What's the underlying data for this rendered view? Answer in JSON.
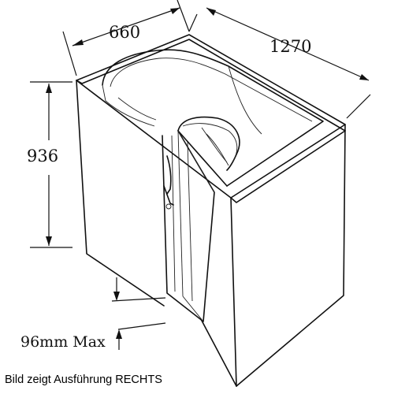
{
  "diagram": {
    "dimensions": {
      "width": "660",
      "length": "1270",
      "height": "936",
      "step_max": "96mm Max"
    },
    "caption": "Bild zeigt Ausführung RECHTS"
  }
}
